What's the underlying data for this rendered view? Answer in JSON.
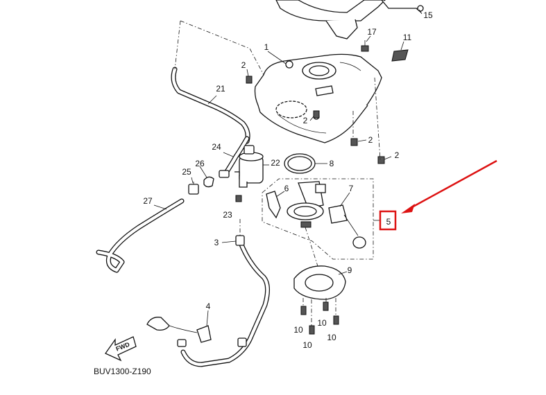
{
  "diagram": {
    "diagram_code": "BUV1300-Z190",
    "direction_label": "FWD",
    "highlight_color": "#dd1111",
    "highlighted_callout": "5",
    "callouts": [
      {
        "id": "c1",
        "label": "1"
      },
      {
        "id": "c2a",
        "label": "2"
      },
      {
        "id": "c2b",
        "label": "2"
      },
      {
        "id": "c2c",
        "label": "2"
      },
      {
        "id": "c2d",
        "label": "2"
      },
      {
        "id": "c3",
        "label": "3"
      },
      {
        "id": "c4",
        "label": "4"
      },
      {
        "id": "c5",
        "label": "5"
      },
      {
        "id": "c6",
        "label": "6"
      },
      {
        "id": "c7",
        "label": "7"
      },
      {
        "id": "c8",
        "label": "8"
      },
      {
        "id": "c9",
        "label": "9"
      },
      {
        "id": "c10a",
        "label": "10"
      },
      {
        "id": "c10b",
        "label": "10"
      },
      {
        "id": "c10c",
        "label": "10"
      },
      {
        "id": "c10d",
        "label": "10"
      },
      {
        "id": "c11",
        "label": "11"
      },
      {
        "id": "c15",
        "label": "15"
      },
      {
        "id": "c17",
        "label": "17"
      },
      {
        "id": "c21",
        "label": "21"
      },
      {
        "id": "c22",
        "label": "22"
      },
      {
        "id": "c23",
        "label": "23"
      },
      {
        "id": "c24",
        "label": "24"
      },
      {
        "id": "c25",
        "label": "25"
      },
      {
        "id": "c26",
        "label": "26"
      },
      {
        "id": "c27",
        "label": "27"
      }
    ]
  }
}
